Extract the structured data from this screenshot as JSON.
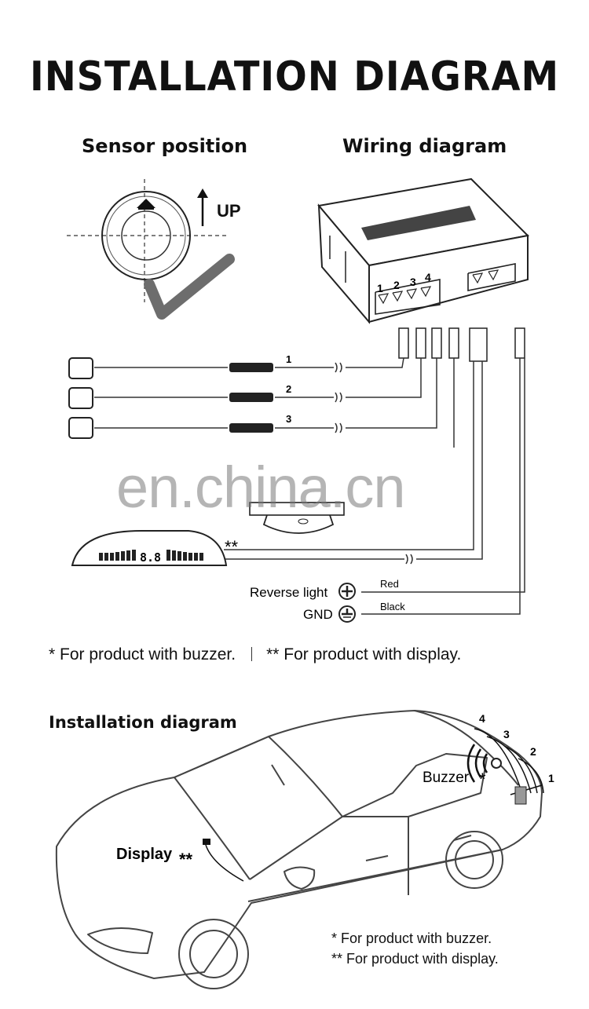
{
  "title": "INSTALLATION DIAGRAM",
  "sensor_section": {
    "title": "Sensor position",
    "up_label": "UP"
  },
  "wiring_section": {
    "title": "Wiring diagram",
    "port_numbers": [
      "1",
      "2",
      "3",
      "4"
    ],
    "sensor_wire_labels": [
      "1",
      "2",
      "3"
    ],
    "display_marker": "**",
    "display_digits": "8.8",
    "reverse_light_label": "Reverse light",
    "gnd_label": "GND",
    "red_label": "Red",
    "black_label": "Black"
  },
  "note": {
    "buzzer": "* For product with buzzer.",
    "display": "** For product with display."
  },
  "watermark": "en.china.cn",
  "installation": {
    "title": "Installation diagram",
    "buzzer_label": "Buzzer",
    "buzzer_marker": "*",
    "display_label": "Display",
    "display_marker": "**",
    "sensor_numbers": [
      "1",
      "2",
      "3",
      "4"
    ],
    "footnote_buzzer": "*  For product with buzzer.",
    "footnote_display": "** For product with display."
  }
}
